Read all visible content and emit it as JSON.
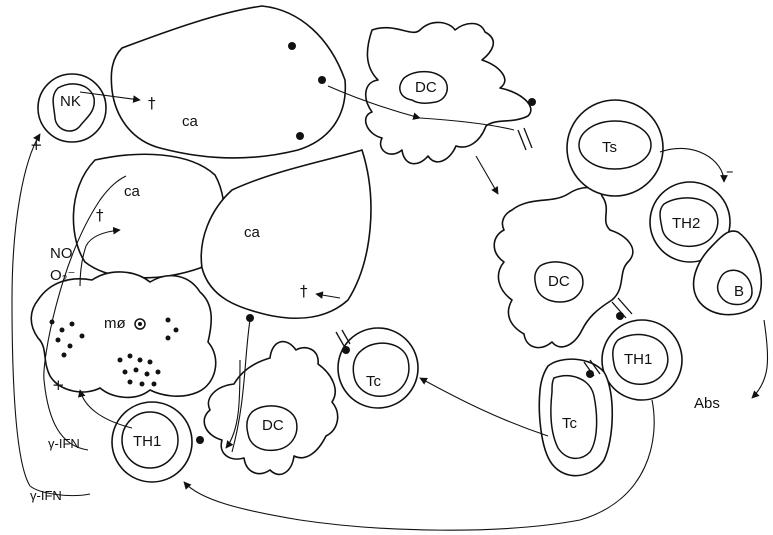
{
  "labels": {
    "nk": "NK",
    "ca1": "ca",
    "ca2": "ca",
    "ca3": "ca",
    "dc_top": "DC",
    "dc_right": "DC",
    "dc_bottom": "DC",
    "ts": "Ts",
    "th2": "TH2",
    "b": "B",
    "th1_right": "TH1",
    "th1_left": "TH1",
    "tc_center": "Tc",
    "tc_right": "Tc",
    "macrophage": "mø",
    "no": "NO",
    "o2": "O₂⁻",
    "ifn1": "γ-IFN",
    "ifn2": "γ-IFN",
    "abs": "Abs"
  },
  "signs": {
    "plus_nk": "+",
    "plus_mac": "+",
    "minus_ts": "–",
    "dagger_nk": "†",
    "dagger_no": "†",
    "dagger_tc": "†"
  }
}
